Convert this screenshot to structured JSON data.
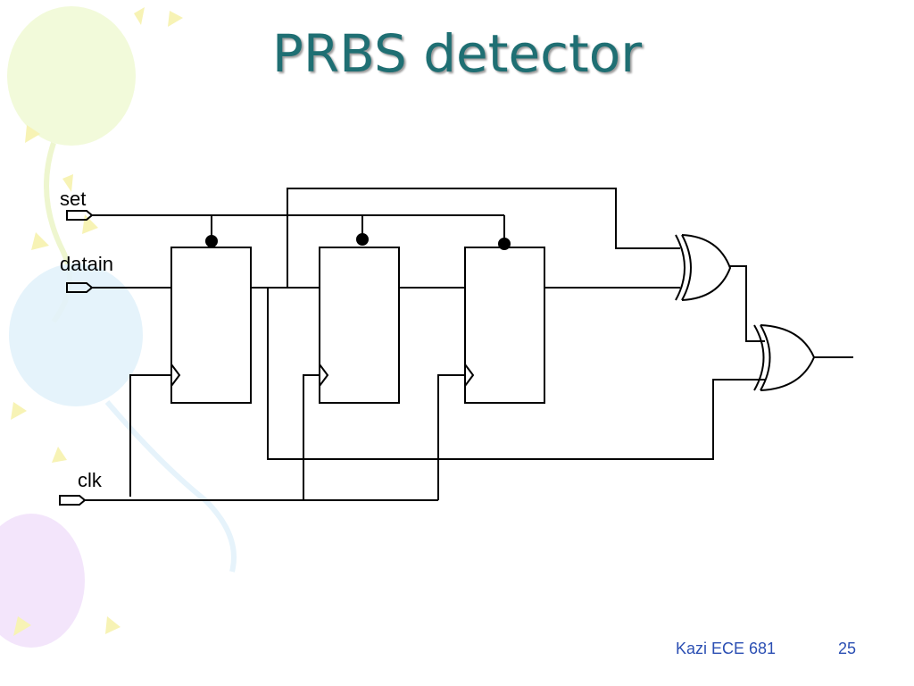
{
  "slide": {
    "title": "PRBS detector",
    "footer": "Kazi ECE 681",
    "page_number": "25"
  },
  "diagram": {
    "inputs": [
      {
        "id": "set",
        "label": "set"
      },
      {
        "id": "datain",
        "label": "datain"
      },
      {
        "id": "clk",
        "label": "clk"
      }
    ],
    "flip_flops": 3,
    "xor_gates": 2
  },
  "colors": {
    "title": "#1f6f73",
    "footer": "#2b4fb3",
    "wire": "#000000"
  }
}
